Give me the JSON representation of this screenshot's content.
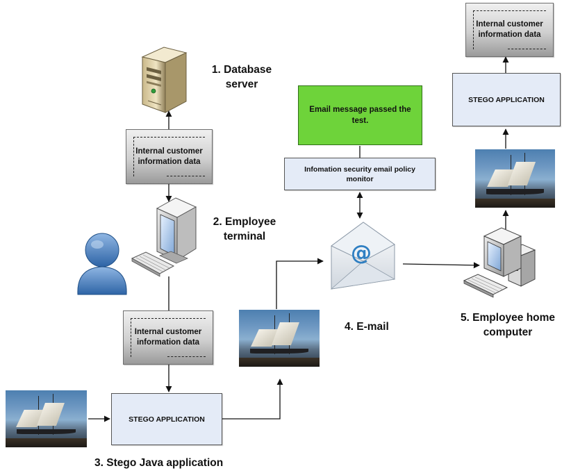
{
  "steps": {
    "database_server": [
      "1. Database",
      "server"
    ],
    "employee_terminal": [
      "2. Employee",
      "terminal"
    ],
    "stego_java": "3. Stego Java application",
    "email": "4. E-mail",
    "employee_home": [
      "5. Employee home",
      "computer"
    ]
  },
  "data_box_label": [
    "Internal customer",
    "information data"
  ],
  "stego_label": "STEGO APPLICATION",
  "email_passed": [
    "Email message passed the",
    "test."
  ],
  "policy_monitor": [
    "Infomation security email policy",
    "monitor"
  ],
  "icons": {
    "server": "server-icon",
    "terminal": "computer-terminal-icon",
    "user": "user-icon",
    "email": "email-envelope-icon",
    "home_computer": "desktop-computer-icon",
    "photo": "sailing-ship-photo"
  },
  "colors": {
    "green_box": "#6ed33a",
    "process_box": "#e4ebf7",
    "data_box_dark": "#9a9a9a",
    "envelope_at": "#2f7fc2"
  }
}
